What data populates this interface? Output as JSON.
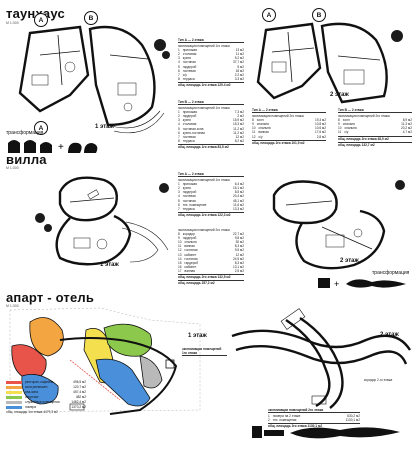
{
  "sections": {
    "townhouse": {
      "title": "таунхаус",
      "code": "М 1:300",
      "floor1": "1 этаж",
      "floor2": "2 этаж",
      "marker_a": "А",
      "marker_b": "В"
    },
    "villa": {
      "title": "вилла",
      "code": "М 1:300",
      "floor1": "1 этаж",
      "floor2": "2 этаж"
    },
    "apart": {
      "title": "апарт - отель",
      "code": "М 1:300",
      "floor1": "1 этаж",
      "floor2": "2 этаж"
    }
  },
  "transform_labels": {
    "townhouse": "трансформация",
    "villa": "трансформация"
  },
  "townhouse_tables": {
    "a_floor1": {
      "header": "Тип А — 2 этажа",
      "subheader": "экспликация помещений 1го этажа",
      "rows": [
        [
          "1",
          "прихожая",
          "13 м2"
        ],
        [
          "2",
          "столовая",
          "11 м2"
        ],
        [
          "3",
          "кухня",
          "5.2 м2"
        ],
        [
          "4",
          "гостиная",
          "37,7 м2"
        ],
        [
          "5",
          "гардероб",
          "5 м2"
        ],
        [
          "6",
          "гостевая",
          "18 м2"
        ],
        [
          "7",
          "с/у",
          "2.2 м2"
        ],
        [
          "8",
          "терраса",
          "3.3 м2"
        ]
      ],
      "total": "общ. площадь 1го этажа   129.4 м2"
    },
    "b_floor1": {
      "header": "Тип В — 2 этажа",
      "subheader": "экспликация помещений 1го этажа",
      "rows": [
        [
          "1",
          "прихожая",
          "7,3 м2"
        ],
        [
          "2",
          "гардероб",
          "2 м2"
        ],
        [
          "3",
          "кухня",
          "15,9 м2"
        ],
        [
          "4",
          "столовая",
          "15,3 м2"
        ],
        [
          "5",
          "гостиная зона",
          "11,2 м2"
        ],
        [
          "6",
          "кухня-гостиная",
          "11,2 м2"
        ],
        [
          "7",
          "гостевая",
          "12 м2"
        ],
        [
          "8",
          "терраса",
          "8,2 м2"
        ]
      ],
      "total": "общ. площадь 1го этажа   83,5 м2"
    },
    "a_floor2": {
      "header": "Тип А — 2 этажа",
      "subheader": "экспликация помещений 2го этажа",
      "rows": [
        [
          "8",
          "холл",
          "19,3 м2"
        ],
        [
          "9",
          "спальня",
          "10,8 м2"
        ],
        [
          "10",
          "спальня",
          "10,6 м2"
        ],
        [
          "11",
          "ванная",
          "17,6 м2"
        ],
        [
          "12",
          "с/у",
          "2,8 м2"
        ]
      ],
      "total": "общ. площадь 2го этажа   101,9 м2"
    },
    "b_floor2": {
      "header": "Тип В — 2 этажа",
      "subheader": "экспликация помещений 2го этажа",
      "rows": [
        [
          "8",
          "холл",
          "8,9 м2"
        ],
        [
          "9",
          "спальня",
          "11,3 м2"
        ],
        [
          "10",
          "спальня",
          "20,2 м2"
        ],
        [
          "11",
          "с/у",
          "4,7 м2"
        ]
      ],
      "total": "общ. площадь 2го этажа   48,9 м2"
    },
    "total_house": "общ. площадь   132,7 м2"
  },
  "villa_tables": {
    "floor1": {
      "header": "Тип А — 2 этажа",
      "subheader": "экспликация помещений 1го этажа",
      "rows": [
        [
          "1",
          "прихожая",
          "6,4 м2"
        ],
        [
          "2",
          "кухня",
          "16,1 м2"
        ],
        [
          "3",
          "гардероб",
          "8,5 м2"
        ],
        [
          "4",
          "гостевая",
          "20,4 м2"
        ],
        [
          "5",
          "гостиная",
          "45,1 м2"
        ],
        [
          "6",
          "тех. помещение",
          "11,6 м2"
        ],
        [
          "7",
          "терраса",
          "13,3 м2"
        ]
      ],
      "total": "общ. площадь 1го этажа   122,3 м2"
    },
    "floor2": {
      "subheader": "экспликация помещений 2го этажа",
      "rows": [
        [
          "8",
          "коридор",
          "22,7 м2"
        ],
        [
          "9",
          "гардероб",
          "9,8 м2"
        ],
        [
          "10",
          "спальня",
          "30 м2"
        ],
        [
          "11",
          "ванная",
          "8,3 м2"
        ],
        [
          "12",
          "гостиная",
          "9,5 м2"
        ],
        [
          "13",
          "кабинет",
          "12 м2"
        ],
        [
          "14",
          "гостиная",
          "24,9 м2"
        ],
        [
          "15",
          "гардероб",
          "8,3 м2"
        ],
        [
          "16",
          "кабинет",
          "13,1 м2"
        ],
        [
          "17",
          "ванная",
          "2,5 м2"
        ]
      ],
      "total": "общ. площадь 2го этажа   132,5 м2",
      "total2": "общ. площадь   257,2 м2"
    }
  },
  "apart_legend": {
    "rows": [
      {
        "name": "ресторан, кофейня",
        "area": "496,5 м2",
        "color": "#e8534a"
      },
      {
        "name": "зона ресепшен",
        "area": "120,7 м2",
        "color": "#f2a540"
      },
      {
        "name": "спа-зона",
        "area": "457,4 м2",
        "color": "#f4e04f"
      },
      {
        "name": "спортзал",
        "area": "482 м2",
        "color": "#8cc84b"
      },
      {
        "name": "служебные помещения",
        "area": "1482,4 м2",
        "color": "#b9b9b9"
      },
      {
        "name": "номера",
        "area": "1370,2 м2",
        "color": "#4a8fd9"
      }
    ],
    "total": "общ. площадь 1го этажа   4479,3 м2"
  },
  "apart_floor2": {
    "rows": [
      [
        "1",
        "номера на 2 этаже",
        "830,2 м2"
      ],
      [
        "2",
        "тех. помещения",
        "1130,1 м2"
      ]
    ],
    "total": "общ. площадь 2го этажа   1130,1 м2",
    "corridor_label": "коридор 2-го этажа",
    "title": "экспликация помещений 2го этажа"
  },
  "apart_floor1_title": "экспликация помещений 1го этажа"
}
